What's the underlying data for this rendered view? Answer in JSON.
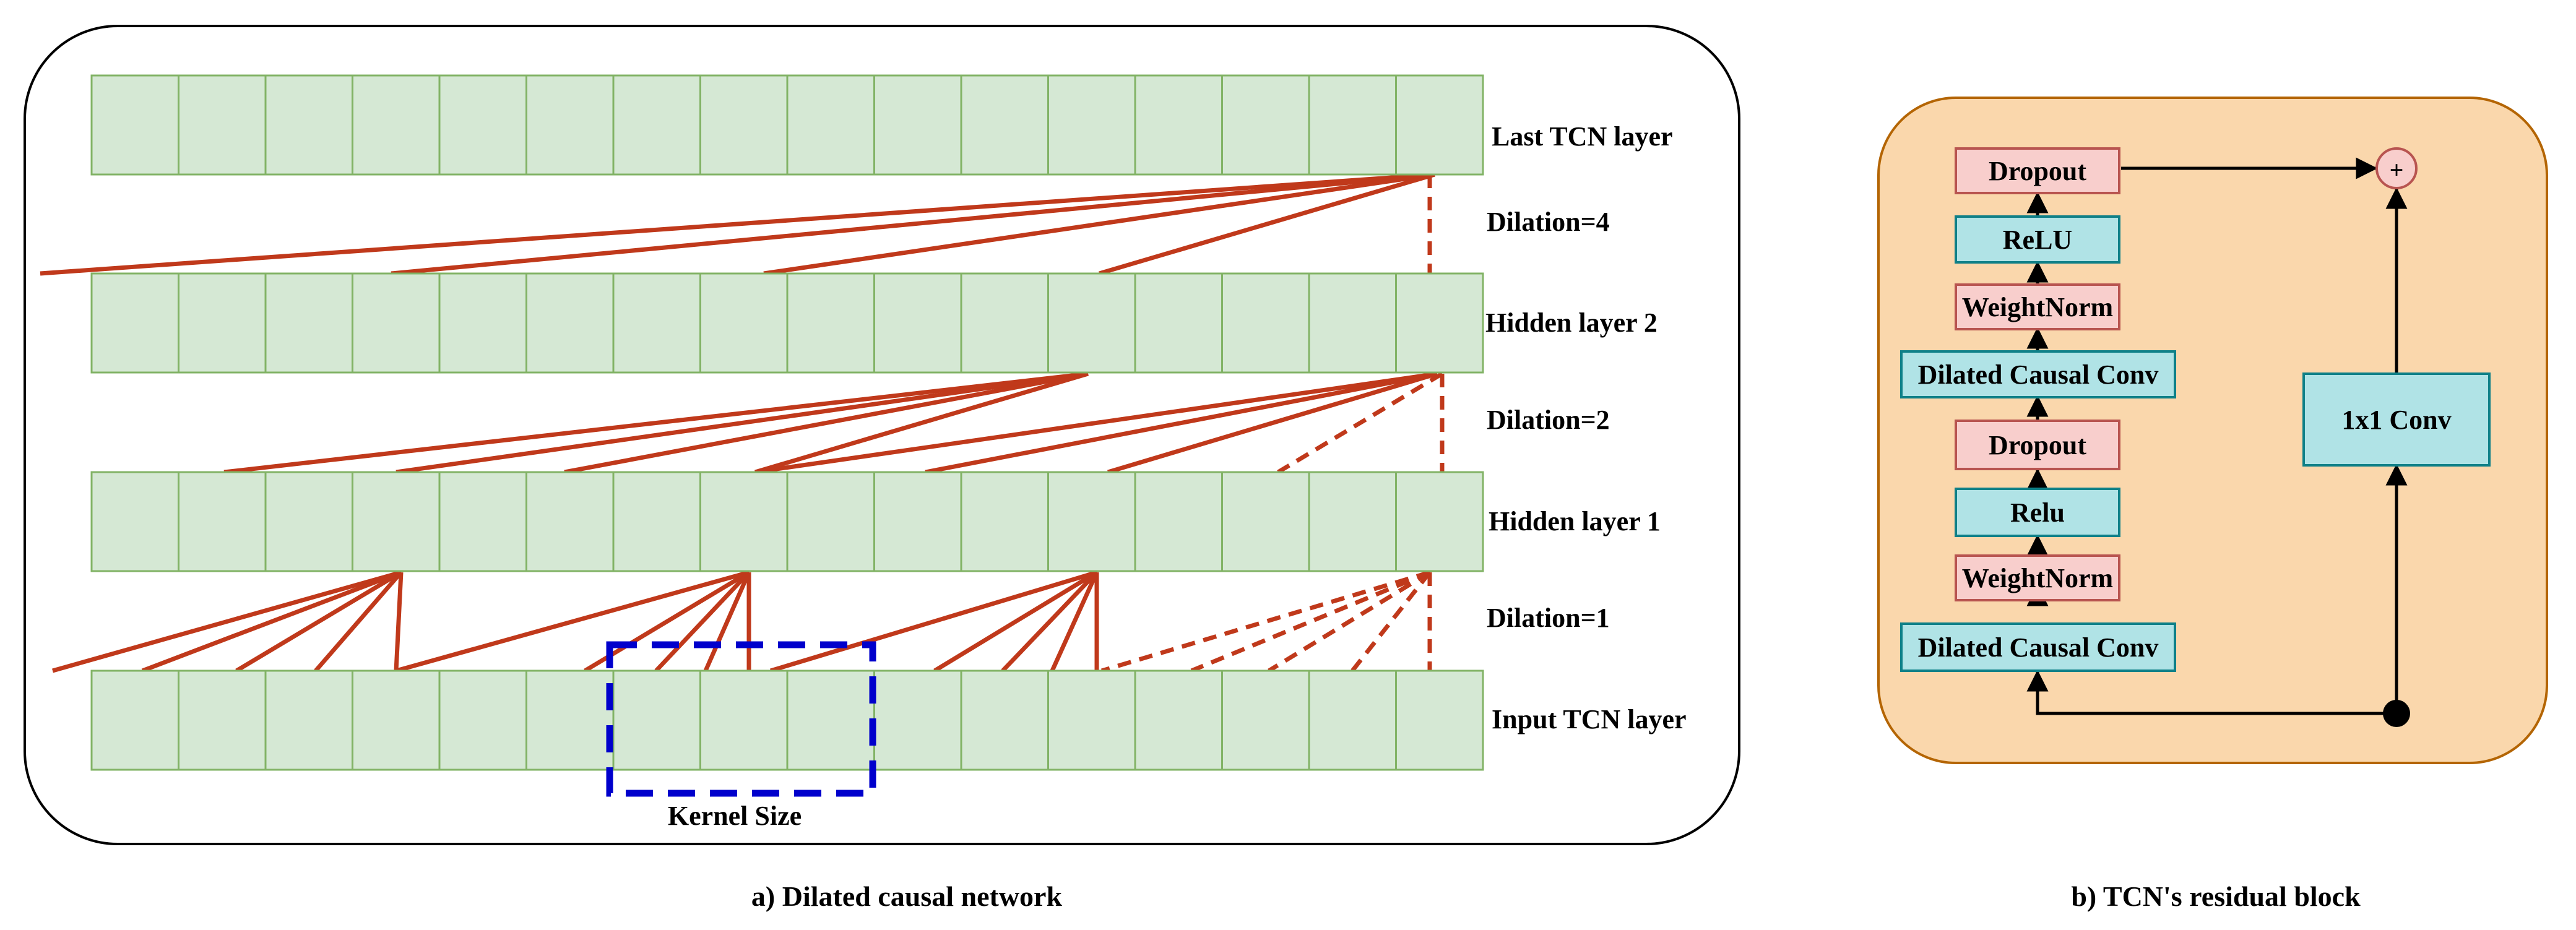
{
  "panel_a": {
    "caption": "a) Dilated causal network",
    "cells_per_layer": 16,
    "layers": [
      {
        "id": "last",
        "label": "Last TCN layer"
      },
      {
        "id": "hidden2",
        "label": "Hidden layer 2"
      },
      {
        "id": "hidden1",
        "label": "Hidden layer 1"
      },
      {
        "id": "input",
        "label": "Input TCN layer"
      }
    ],
    "dilations": [
      "Dilation=4",
      "Dilation=2",
      "Dilation=1"
    ],
    "kernel_label": "Kernel Size"
  },
  "panel_b": {
    "caption": "b) TCN's residual block",
    "blocks": [
      {
        "id": "dropout2",
        "label": "Dropout",
        "kind": "pink"
      },
      {
        "id": "relu2",
        "label": "ReLU",
        "kind": "teal"
      },
      {
        "id": "weightnorm2",
        "label": "WeightNorm",
        "kind": "pink"
      },
      {
        "id": "dilated2",
        "label": "Dilated Causal Conv",
        "kind": "teal"
      },
      {
        "id": "dropout1",
        "label": "Dropout",
        "kind": "pink"
      },
      {
        "id": "relu1",
        "label": "Relu",
        "kind": "teal"
      },
      {
        "id": "weightnorm1",
        "label": "WeightNorm",
        "kind": "pink"
      },
      {
        "id": "dilated1",
        "label": "Dilated Causal Conv",
        "kind": "teal"
      }
    ],
    "conv_label": "1x1 Conv",
    "sum_symbol": "+"
  },
  "colors": {
    "cell_fill": "#d5e8d4",
    "cell_stroke": "#82b366",
    "connection": "#c0391b",
    "kernel_box": "#0000cc",
    "panel_b_fill": "#fad7ac",
    "panel_b_stroke": "#b46504",
    "pink_fill": "#f8cecc",
    "pink_stroke": "#b85450",
    "teal_fill": "#b0e3e6",
    "teal_stroke": "#0e8088"
  }
}
